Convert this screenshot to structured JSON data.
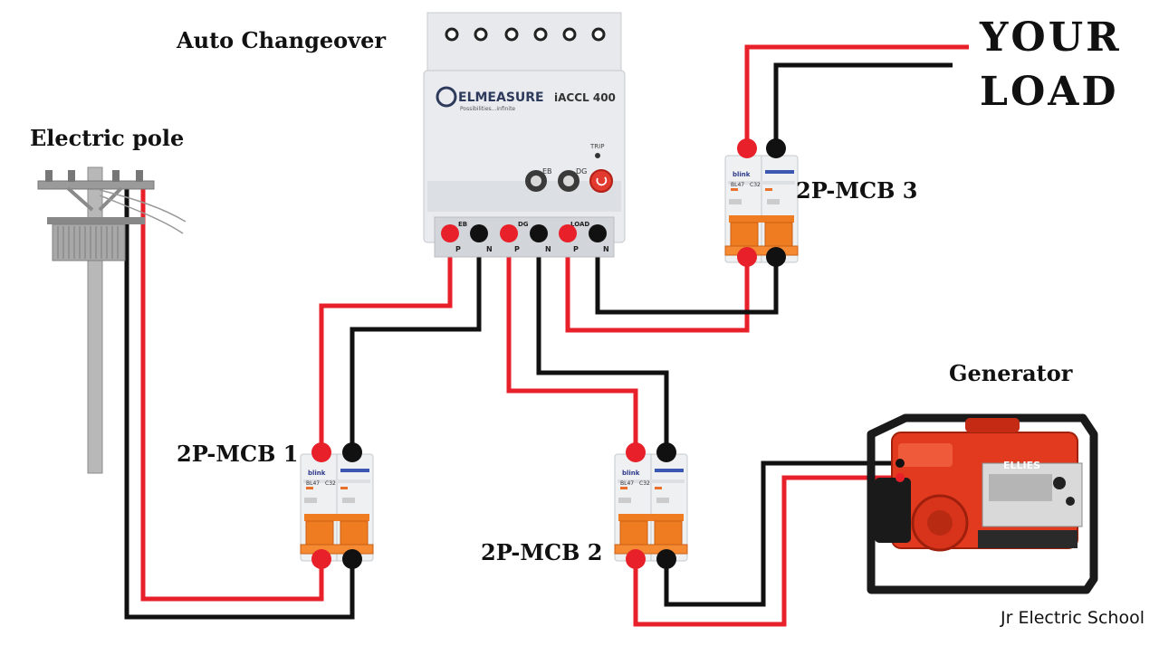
{
  "labels": {
    "auto_changeover": "Auto Changeover",
    "electric_pole": "Electric pole",
    "generator": "Generator",
    "mcb1": "2P-MCB 1",
    "mcb2": "2P-MCB 2",
    "mcb3": "2P-MCB 3",
    "load_line1": "YOUR",
    "load_line2": "LOAD",
    "credit": "Jr Electric School"
  },
  "changeover_device": {
    "brand": "ELMEASURE",
    "tagline": "Possibilities...infinite",
    "model": "iACCL 400",
    "trip_label": "TRIP",
    "eb_button": "EB",
    "dg_button": "DG",
    "terminal_groups": [
      "EB",
      "DG",
      "LOAD"
    ],
    "terminal_letter_p": "P",
    "terminal_letter_n": "N"
  },
  "mcb_device": {
    "brand": "blink",
    "model": "BL47",
    "rating": "C32"
  },
  "generator_device": {
    "brand": "ELLIES"
  },
  "colors": {
    "live_wire": "#e8202a",
    "neutral_wire": "#111111",
    "mcb_handle": "#f07c22",
    "generator_body": "#e23a1e",
    "device_body": "#e9ebee"
  }
}
